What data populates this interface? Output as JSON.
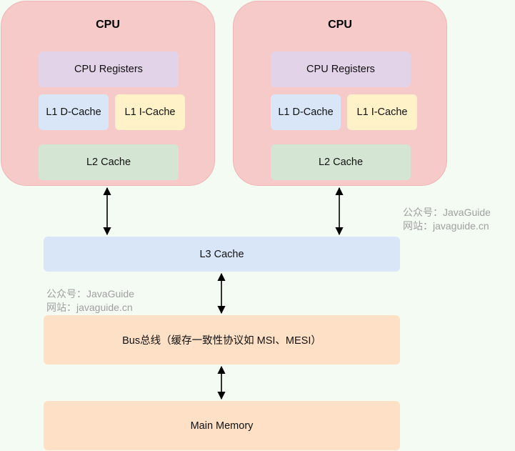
{
  "cpus": [
    {
      "title": "CPU",
      "registers": "CPU Registers",
      "l1d": "L1 D-Cache",
      "l1i": "L1 I-Cache",
      "l2": "L2 Cache"
    },
    {
      "title": "CPU",
      "registers": "CPU Registers",
      "l1d": "L1 D-Cache",
      "l1i": "L1 I-Cache",
      "l2": "L2 Cache"
    }
  ],
  "l3": "L3 Cache",
  "bus": "Bus总线（缓存一致性协议如 MSI、MESI）",
  "memory": "Main Memory",
  "watermarks": [
    {
      "line1": "公众号：JavaGuide",
      "line2": "网站：javaguide.cn"
    },
    {
      "line1": "公众号：JavaGuide",
      "line2": "网站：javaguide.cn"
    }
  ],
  "colors": {
    "cpu": "#f7caca",
    "registers": "#e3d3e9",
    "l1d": "#d8e6f7",
    "l1i": "#fff2c8",
    "l2": "#d4e6d3",
    "l3": "#d8e6f8",
    "bus": "#fde0c6",
    "memory": "#fde0c6"
  }
}
